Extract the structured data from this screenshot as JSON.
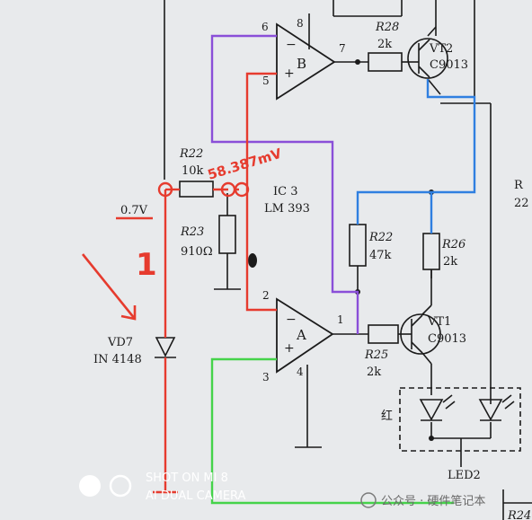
{
  "components": {
    "r28": {
      "ref": "R28",
      "value": "2k"
    },
    "vt2": {
      "ref": "VT2",
      "part": "C9013"
    },
    "ic_b": {
      "name": "B",
      "pin_minus": "6",
      "pin_plus": "5",
      "pin_vcc": "8",
      "pin_out": "7"
    },
    "r22_top": {
      "ref": "R22",
      "value": "10k"
    },
    "r23": {
      "ref": "R23",
      "value": "910Ω"
    },
    "ic3": {
      "ref": "IC 3",
      "part": "LM 393"
    },
    "r22_mid": {
      "ref": "R22",
      "value": "47k"
    },
    "r26": {
      "ref": "R26",
      "value": "2k"
    },
    "ic_a": {
      "name": "A",
      "pin_minus": "2",
      "pin_plus": "3",
      "pin_gnd": "4",
      "pin_out": "1"
    },
    "vt1": {
      "ref": "VT1",
      "part": "C9013"
    },
    "r25": {
      "ref": "R25",
      "value": "2k"
    },
    "vd7": {
      "ref": "VD7",
      "part": "IN 4148"
    },
    "led2": {
      "ref": "LED2",
      "color_label": "红"
    },
    "edge_right_1": "R",
    "edge_right_2": "22",
    "edge_bottom": "R24"
  },
  "annotations": {
    "voltage_drop": "58.387mV",
    "vd_voltage": "0.7V",
    "marker_number": "1"
  },
  "watermarks": {
    "camera_line1": "SHOT ON MI 8",
    "camera_line2": "AI DUAL CAMERA",
    "account": "公众号 · 硬件笔记本"
  },
  "colors": {
    "paper": "#e8eaec",
    "ink": "#1b1b1b",
    "red": "#e63b2e",
    "purple": "#8a4fd8",
    "blue": "#2f7fe0",
    "green": "#45d34a"
  }
}
